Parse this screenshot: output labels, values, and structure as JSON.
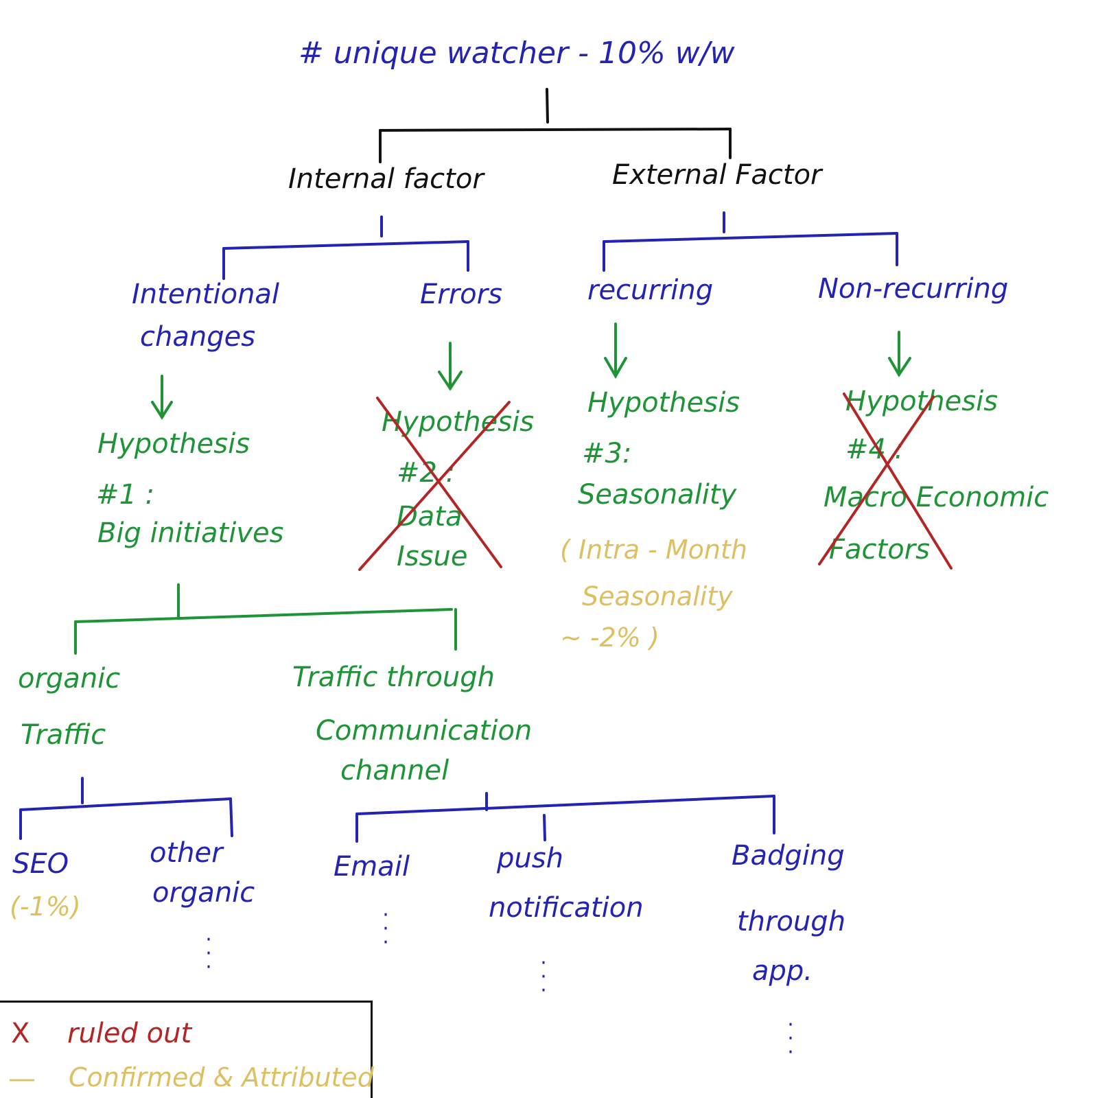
{
  "root": {
    "label": "# unique watcher - 10% w/w"
  },
  "level1": {
    "internal": "Internal factor",
    "external": "External Factor"
  },
  "level2": {
    "intentional": [
      "Intentional",
      "changes"
    ],
    "errors": "Errors",
    "recurring": "recurring",
    "nonrecurring": "Non-recurring"
  },
  "hypotheses": {
    "h1": [
      "Hypothesis",
      "#1 :",
      "Big initiatives"
    ],
    "h2": [
      "Hypothesis",
      "#2 :",
      "Data",
      "Issue"
    ],
    "h3": [
      "Hypothesis",
      "#3:",
      "Seasonality"
    ],
    "h4": [
      "Hypothesis",
      "#4 :",
      "Macro Economic",
      "Factors"
    ]
  },
  "seasonality_note": [
    "( Intra - Month",
    "Seasonality",
    "~ -2% )"
  ],
  "traffic": {
    "organic": [
      "organic",
      "Traffic"
    ],
    "communication": [
      "Traffic through",
      "Communication",
      "channel"
    ]
  },
  "leaves": {
    "seo": "SEO",
    "seo_note": "(-1%)",
    "other_organic": [
      "other",
      "organic"
    ],
    "email": "Email",
    "push": [
      "push",
      "notification"
    ],
    "badging": [
      "Badging",
      "through",
      "app."
    ]
  },
  "legend": {
    "ruled_out_symbol": "X",
    "ruled_out": "ruled out",
    "confirmed_symbol": "—",
    "confirmed": "Confirmed & Attributed"
  },
  "colors": {
    "blue": "#2323b4",
    "green": "#1e9437",
    "black": "#111111",
    "gold": "#dcc061",
    "red": "#b32626"
  }
}
